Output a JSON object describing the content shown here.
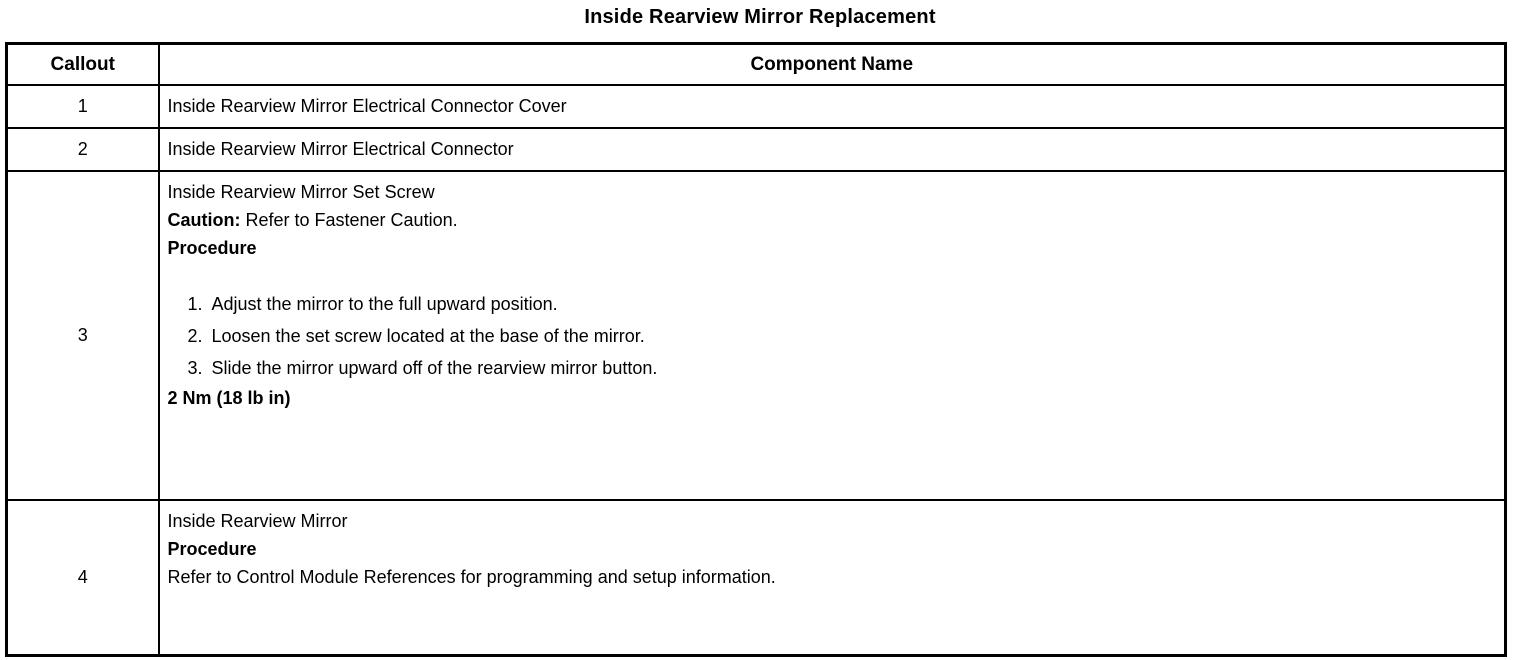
{
  "page": {
    "title": "Inside Rearview Mirror Replacement"
  },
  "table": {
    "headers": {
      "callout": "Callout",
      "component": "Component Name"
    },
    "rows": [
      {
        "callout": "1",
        "component": "Inside Rearview Mirror Electrical Connector Cover"
      },
      {
        "callout": "2",
        "component": "Inside Rearview Mirror Electrical Connector"
      },
      {
        "callout": "3",
        "component_title": "Inside Rearview Mirror Set Screw",
        "caution_label": "Caution:",
        "caution_text": " Refer to Fastener Caution.",
        "procedure_label": "Procedure",
        "steps": [
          "Adjust the mirror to the full upward position.",
          "Loosen the set screw located at the base of the mirror.",
          "Slide the mirror upward off of the rearview mirror button."
        ],
        "torque": "2 Nm (18 lb in)"
      },
      {
        "callout": "4",
        "component_title": "Inside Rearview Mirror",
        "procedure_label": "Procedure",
        "procedure_text": "Refer to Control Module References for programming and setup information."
      }
    ]
  }
}
